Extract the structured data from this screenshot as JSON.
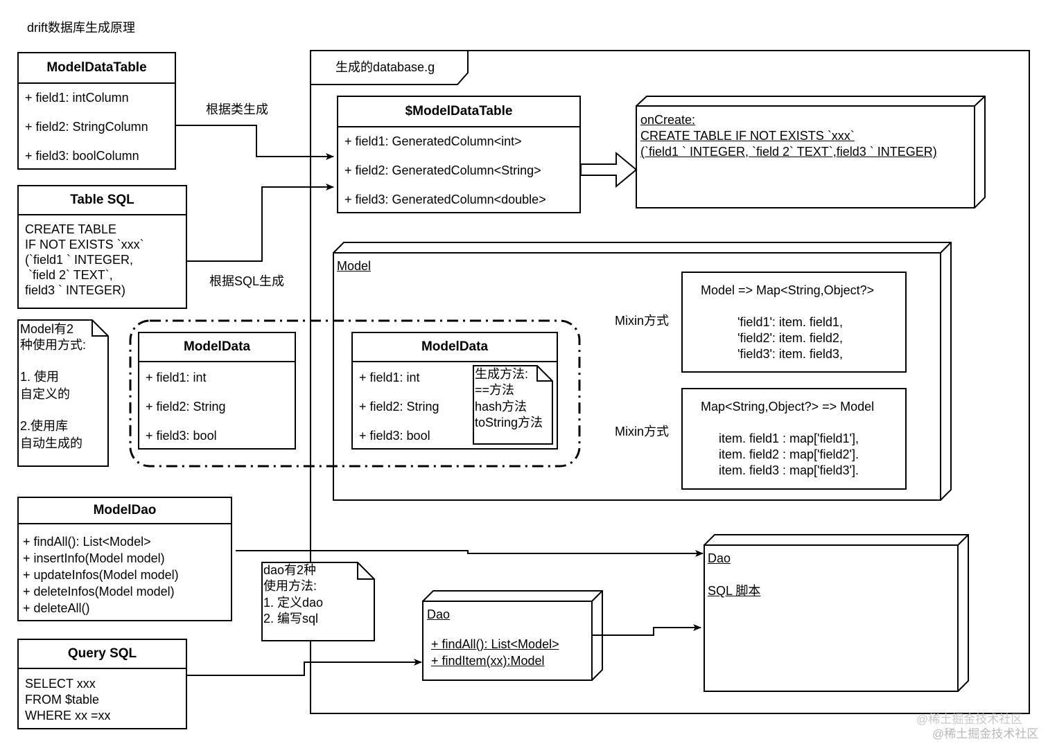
{
  "title": "drift数据库生成原理",
  "model_data_table": {
    "name": "ModelDataTable",
    "fields": [
      "+ field1: intColumn",
      "+ field2: StringColumn",
      "+ field3: boolColumn"
    ]
  },
  "table_sql": {
    "name": "Table SQL",
    "lines": [
      "CREATE TABLE",
      "IF NOT EXISTS `xxx`",
      "(`field1 ` INTEGER,",
      " `field 2` TEXT`,",
      "field3 ` INTEGER)"
    ]
  },
  "note_model": {
    "lines": [
      "Model有2",
      "种使用方式:",
      "",
      "1. 使用",
      "自定义的",
      "",
      "2.使用库",
      "自动生成的"
    ]
  },
  "model_data_left": {
    "name": "ModelData",
    "fields": [
      "+ field1: int",
      "+ field2: String",
      "+ field3: bool"
    ]
  },
  "model_dao": {
    "name": "ModelDao",
    "methods": [
      "+ findAll(): List<Model>",
      "+ insertInfo(Model model)",
      "+ updateInfos(Model model)",
      "+ deleteInfos(Model model)",
      "+ deleteAll()"
    ]
  },
  "query_sql": {
    "name": "Query SQL",
    "lines": [
      "SELECT xxx",
      "FROM $table",
      "WHERE xx =xx"
    ]
  },
  "note_dao": {
    "lines": [
      "dao有2种",
      "使用方法:",
      "1. 定义dao",
      "2. 编写sql"
    ]
  },
  "frame_label": "生成的database.g",
  "gen_table": {
    "name": "$ModelDataTable",
    "fields": [
      "+ field1: GeneratedColumn<int>",
      "+ field2: GeneratedColumn<String>",
      "+ field3: GeneratedColumn<double>"
    ]
  },
  "on_create": {
    "lines": [
      "onCreate:",
      "CREATE TABLE IF NOT EXISTS `xxx`",
      "(`field1 ` INTEGER, `field 2` TEXT`,field3 ` INTEGER)"
    ]
  },
  "label_by_class": "根据类生成",
  "label_by_sql": "根据SQL生成",
  "model_node_label": "Model",
  "model_data_right": {
    "name": "ModelData",
    "fields": [
      "+ field1: int",
      "+ field2: String",
      "+ field3: bool"
    ]
  },
  "note_gen": {
    "lines": [
      "生成方法:",
      "==方法",
      "hash方法",
      "toString方法"
    ]
  },
  "mixin1": "Mixin方式",
  "mixin2": "Mixin方式",
  "to_map": {
    "title": "Model => Map<String,Object?>",
    "lines": [
      "'field1': item. field1,",
      "'field2': item. field2,",
      "'field3': item. field3,"
    ]
  },
  "from_map": {
    "title": "Map<String,Object?> => Model",
    "lines": [
      "item. field1 : map['field1'],",
      "item. field2 : map['field2'].",
      "item. field3 : map['field3']."
    ]
  },
  "dao_small": {
    "label": "Dao",
    "methods": [
      "+ findAll(): List<Model>",
      "+ findItem(xx):Model"
    ]
  },
  "dao_big": {
    "label": "Dao",
    "sub": "SQL 脚本"
  },
  "watermark": [
    "@稀土掘金技术社区",
    "@稀土掘金技术社区"
  ]
}
